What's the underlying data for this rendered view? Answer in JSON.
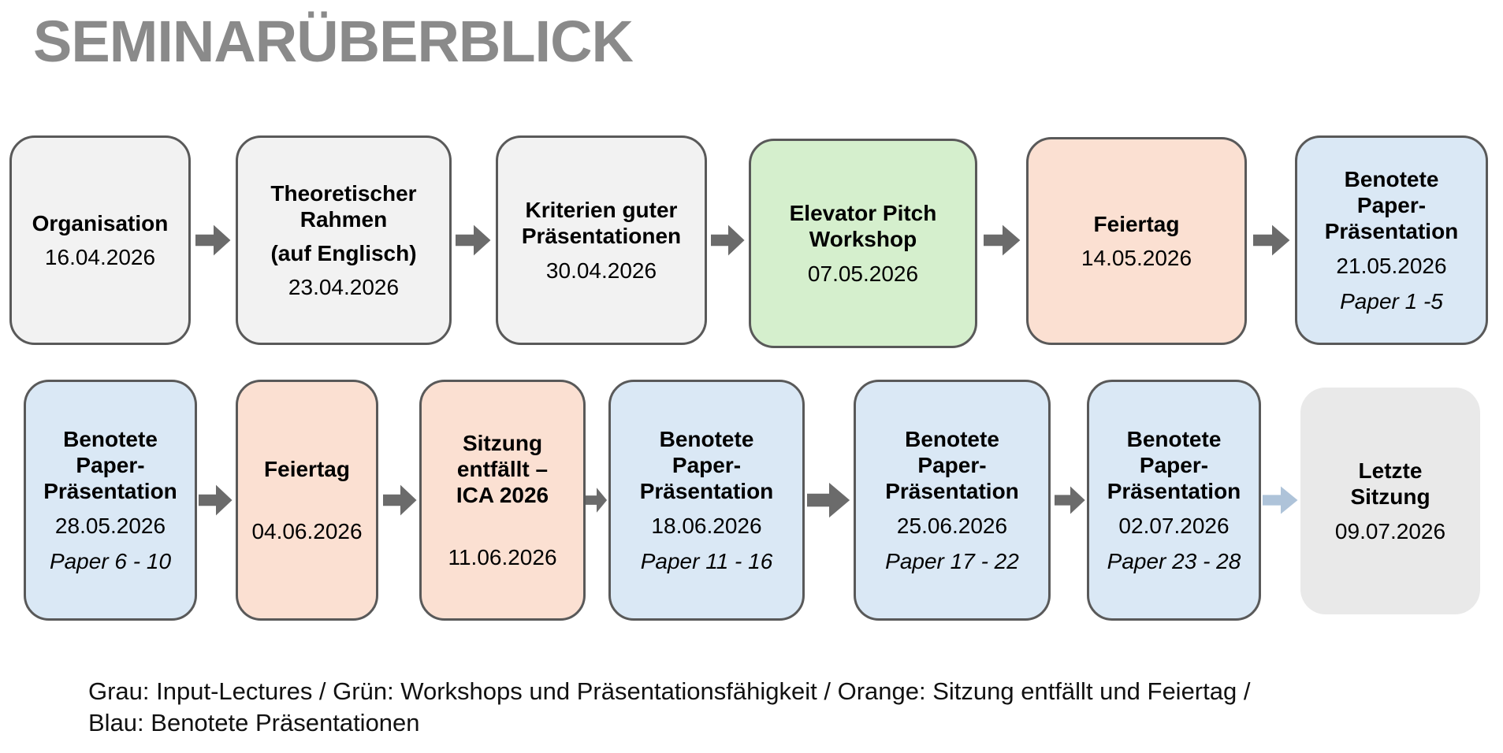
{
  "slide": {
    "title": "SEMINARÜBERBLICK",
    "legend": {
      "line1": "Grau: Input-Lectures / Grün: Workshops und Präsentationsfähigkeit / Orange: Sitzung entfällt und Feiertag /",
      "line2": "Blau: Benotete Präsentationen"
    }
  },
  "colors": {
    "gray_fill": "#f2f2f2",
    "green_fill": "#d5efcd",
    "orange_fill": "#fbe0d2",
    "blue_fill": "#dae8f5",
    "plain_gray_fill": "#e9e9e9",
    "box_border": "#595959",
    "arrow_gray": "#6b6b6b",
    "arrow_light_blue": "#aec3d9",
    "title_gray": "#8a8a8a"
  },
  "rows": [
    {
      "boxes": [
        {
          "title": "Organisation",
          "date": "16.04.2026"
        },
        {
          "title": "Theoretischer Rahmen",
          "subtitle": "(auf Englisch)",
          "date": "23.04.2026"
        },
        {
          "title": "Kriterien guter Präsentationen",
          "date": "30.04.2026"
        },
        {
          "title": "Elevator Pitch Workshop",
          "date": "07.05.2026"
        },
        {
          "title": "Feiertag",
          "date": "14.05.2026"
        },
        {
          "title": "Benotete Paper-Präsentation",
          "date": "21.05.2026",
          "paper": "Paper 1 -5"
        }
      ]
    },
    {
      "boxes": [
        {
          "title": "Benotete Paper-Präsentation",
          "date": "28.05.2026",
          "paper": "Paper 6 - 10"
        },
        {
          "title": "Feiertag",
          "date": "04.06.2026"
        },
        {
          "title": "Sitzung entfällt – ICA 2026",
          "date": "11.06.2026"
        },
        {
          "title": "Benotete Paper-Präsentation",
          "date": "18.06.2026",
          "paper": "Paper 11 - 16"
        },
        {
          "title": "Benotete Paper-Präsentation",
          "date": "25.06.2026",
          "paper": "Paper 17 - 22"
        },
        {
          "title": "Benotete Paper-Präsentation",
          "date": "02.07.2026",
          "paper": "Paper 23 - 28"
        },
        {
          "title": "Letzte Sitzung",
          "date": "09.07.2026"
        }
      ]
    }
  ]
}
